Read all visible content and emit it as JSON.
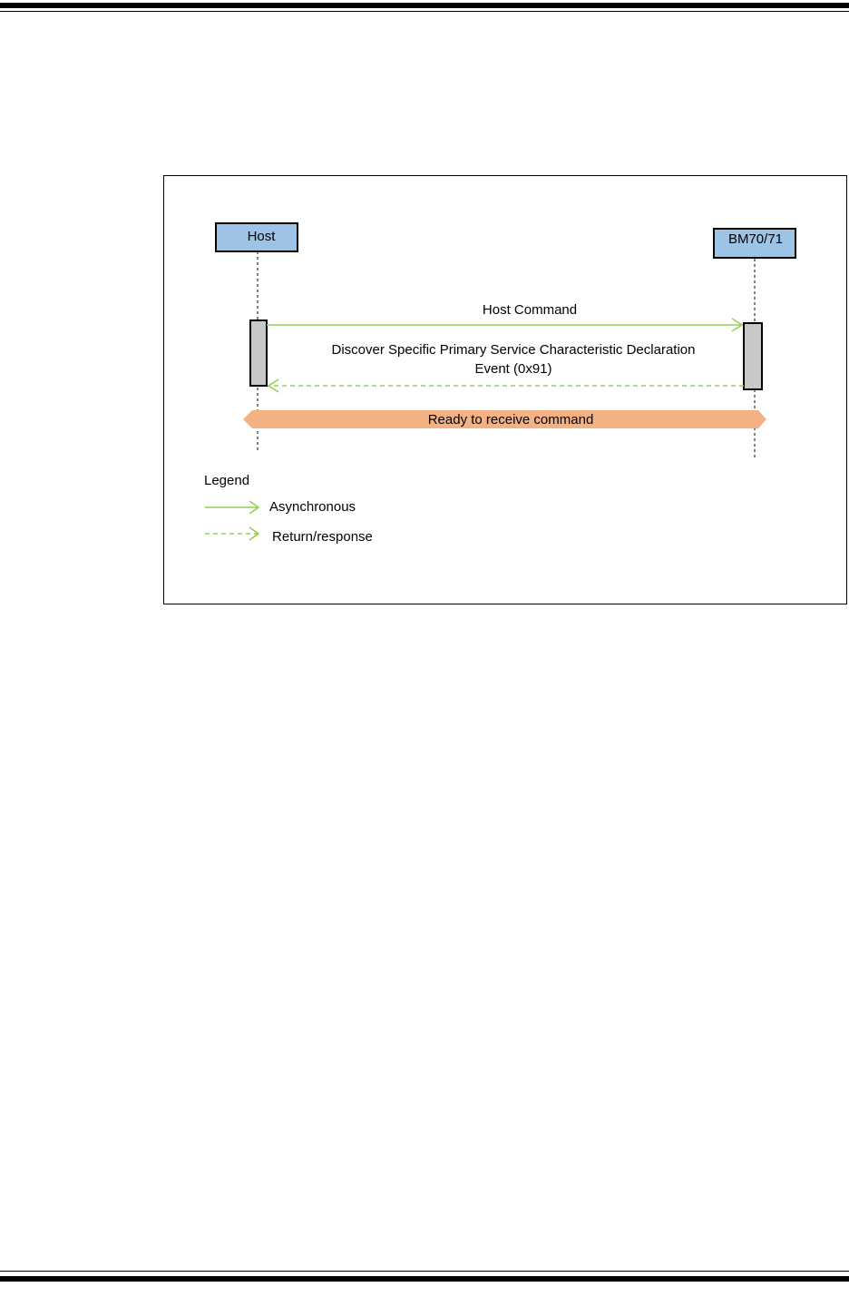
{
  "diagram": {
    "participants": {
      "host": "Host",
      "device": "BM70/71"
    },
    "messages": {
      "command": "Host Command",
      "event_line1": "Discover Specific Primary Service Characteristic Declaration",
      "event_line2": "Event (0x91)"
    },
    "state_banner": "Ready to receive command",
    "legend": {
      "title": "Legend",
      "async": "Asynchronous",
      "response": "Return/response"
    },
    "colors": {
      "participant_fill": "#9dc3e6",
      "activation_fill": "#c8c8c8",
      "arrow": "#92d050",
      "banner": "#f4b183"
    }
  }
}
